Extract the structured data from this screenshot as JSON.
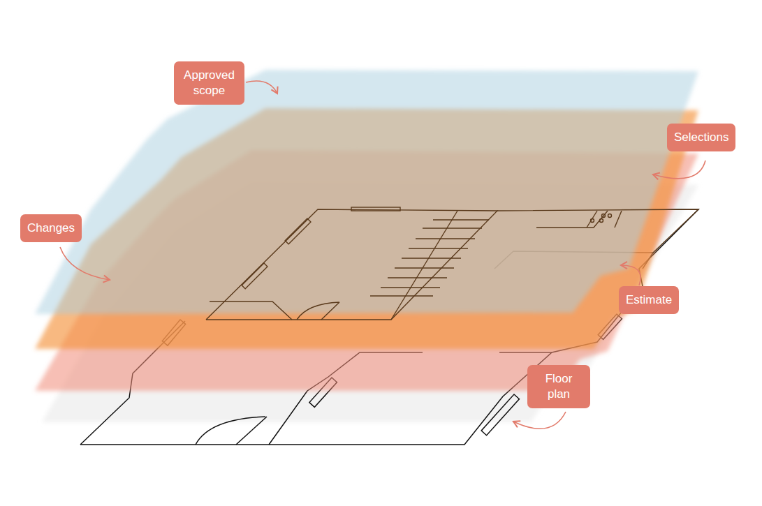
{
  "diagram": {
    "nodes": [
      {
        "text": [
          "Approved scope"
        ]
      },
      {
        "text": [
          "Selections"
        ]
      },
      {
        "text": [
          "Changes"
        ]
      },
      {
        "text": [
          "Estimate"
        ]
      },
      {
        "text": [
          "Floor plan"
        ]
      }
    ]
  }
}
